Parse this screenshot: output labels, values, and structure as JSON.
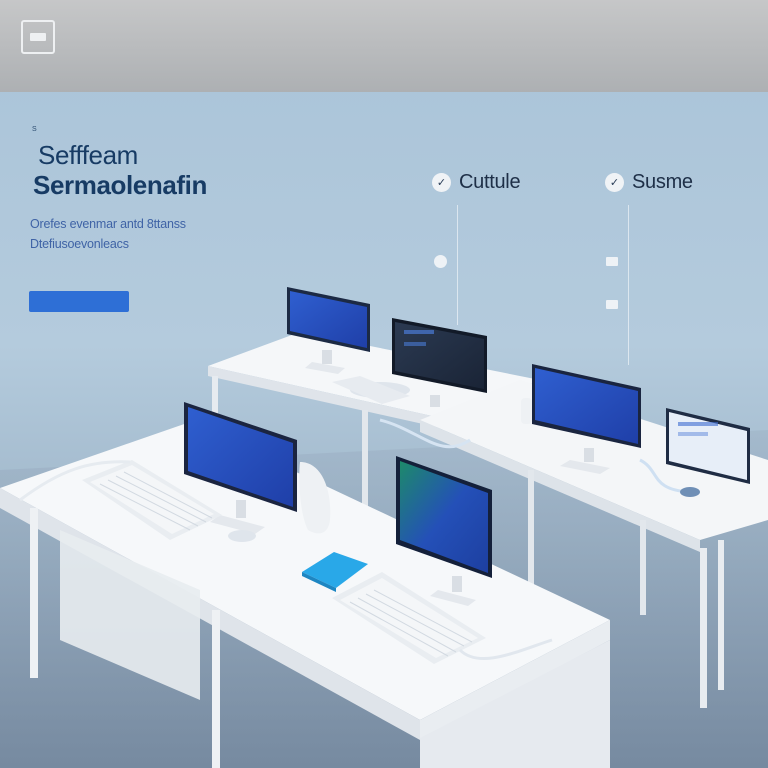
{
  "header": {
    "logo_icon": "logo-icon",
    "nav": [
      "",
      "",
      "",
      "",
      "",
      "",
      "",
      ""
    ]
  },
  "hero": {
    "eyebrow": "S",
    "title_line1": "Sefffeam",
    "title_line2": "Sermaolenafin",
    "subtitle_line1": "Orefes evenmar antd 8ttanss",
    "subtitle_line2": "Dtefiusoevonleacs",
    "cta_label": ""
  },
  "features": [
    {
      "icon": "check-circle-icon",
      "title": "Cuttule"
    },
    {
      "icon": "check-circle-icon",
      "title": "Susme"
    }
  ],
  "scene": {
    "overlay_text": "",
    "accent": "#2e6fd6",
    "screen_blue": "#2a56c4",
    "desk_white": "#f4f6f8",
    "pad_blue": "#29a8e8"
  }
}
